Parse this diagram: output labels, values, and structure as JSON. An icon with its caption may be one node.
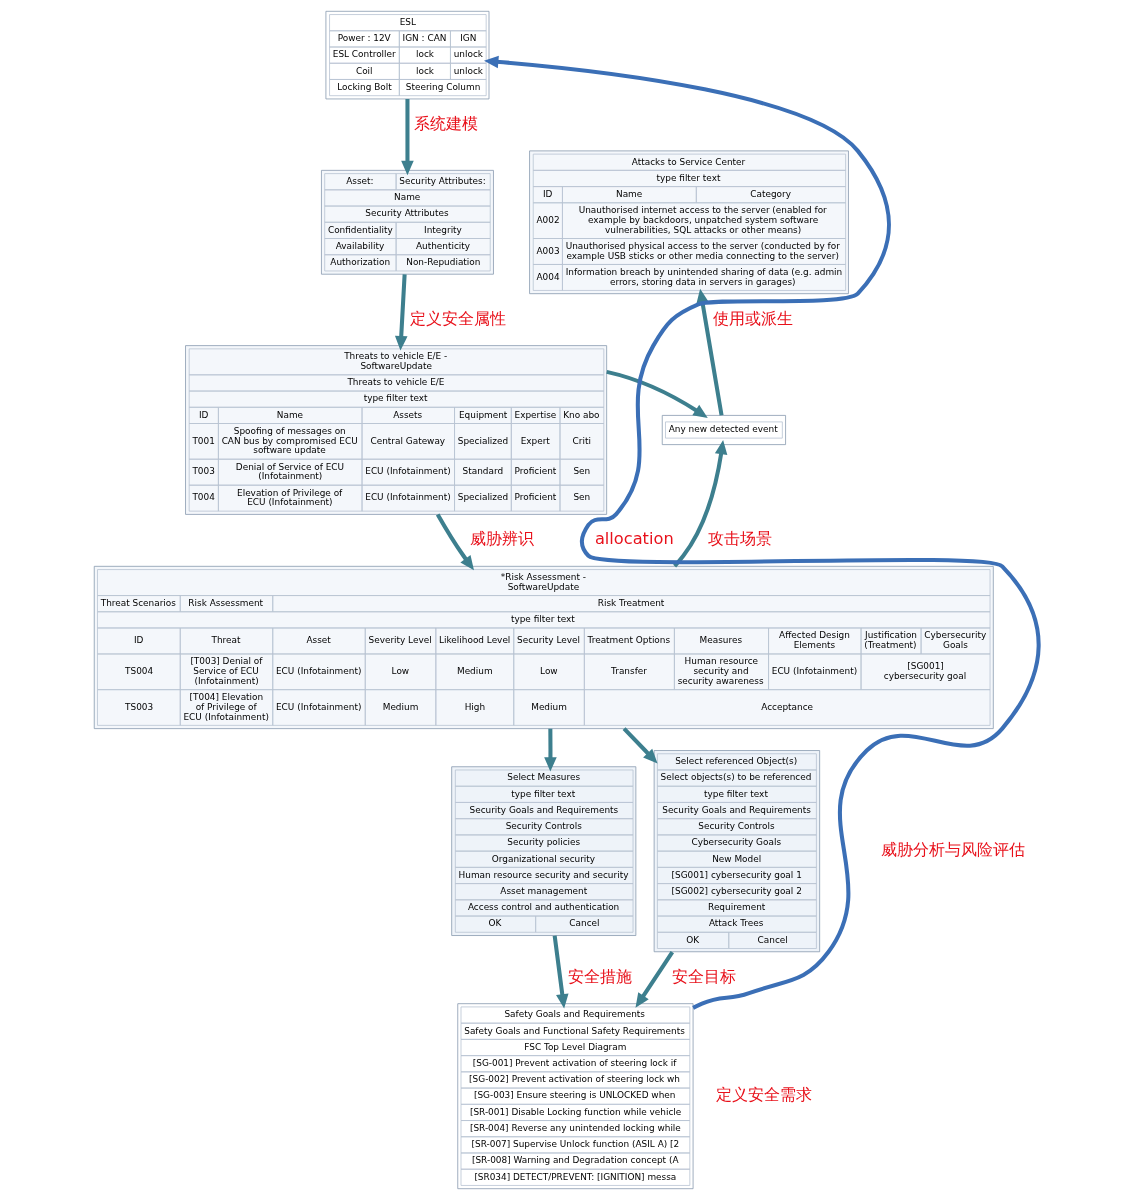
{
  "diagram": {
    "nodes": [
      {
        "text": [
          "ESL",
          "Power : 12V",
          "IGN : CAN",
          "IGN",
          "ESL Controller",
          "lock",
          "unlock",
          "Coil",
          "lock",
          "unlock",
          "Locking Bolt",
          "Steering Column"
        ]
      },
      {
        "text": [
          "Asset:",
          "Security Attributes:",
          "Name",
          "Security Attributes",
          "Confidentiality",
          "Integrity",
          "Availability",
          "Authenticity",
          "Authorization",
          "Non-Repudiation"
        ]
      },
      {
        "text": [
          "Threats to vehicle E/E - SoftwareUpdate",
          "Threats to vehicle E/E",
          "type filter text",
          "ID",
          "Name",
          "Assets",
          "Equipment",
          "Expertise",
          "Kno abo",
          "T001",
          "Spoofing of messages on CAN bus by compromised ECU software update",
          "Central Gateway",
          "Specialized",
          "Expert",
          "Criti",
          "T003",
          "Denial of Service of ECU (Infotainment)",
          "ECU (Infotainment)",
          "Standard",
          "Proficient",
          "Sen",
          "T004",
          "Elevation of Privilege of ECU (Infotainment)",
          "ECU (Infotainment)",
          "Specialized",
          "Proficient",
          "Sen"
        ]
      },
      {
        "text": [
          "Any new detected event"
        ]
      },
      {
        "text": [
          "Attacks to Service Center",
          "type filter text",
          "ID",
          "Name",
          "Category",
          "A002",
          "Unauthorised internet access to the server (enabled for example by backdoors, unpatched system software vulnerabilities, SQL attacks or other means)",
          "A003",
          "Unauthorised physical access to the server (conducted by for example USB sticks or other media connecting to the server)",
          "A004",
          "Information breach by unintended sharing of data (e.g. admin errors, storing data in servers in garages)"
        ]
      },
      {
        "text": [
          "*Risk Assessment - SoftwareUpdate",
          "Threat Scenarios",
          "Risk Assessment",
          "Risk Treatment",
          "type filter text",
          "ID",
          "Threat",
          "Asset",
          "Severity Level",
          "Likelihood Level",
          "Security Level",
          "Treatment Options",
          "Measures",
          "Affected Design Elements",
          "Justification (Treatment)",
          "Cybersecurity Goals",
          "TS004",
          "[T003] Denial of Service of ECU (Infotainment)",
          "ECU (Infotainment)",
          "Low",
          "Medium",
          "Low",
          "Transfer",
          "Human resource security and security awareness",
          "ECU (Infotainment)",
          "[SG001] cybersecurity goal",
          "TS003",
          "[T004] Elevation of Privilege of ECU (Infotainment)",
          "ECU (Infotainment)",
          "Medium",
          "High",
          "Medium",
          "Acceptance"
        ]
      },
      {
        "text": [
          "Select Measures",
          "type filter text",
          "Security Goals and Requirements",
          "Security Controls",
          "Security policies",
          "Organizational security",
          "Human resource security and security",
          "Asset management",
          "Access control and authentication",
          "OK",
          "Cancel"
        ]
      },
      {
        "text": [
          "Select referenced Object(s)",
          "Select objects(s) to be referenced",
          "type filter text",
          "Security Goals and Requirements",
          "Security Controls",
          "Cybersecurity Goals",
          "New Model",
          "[SG001] cybersecurity goal 1",
          "[SG002] cybersecurity goal 2",
          "Requirement",
          "Attack Trees",
          "OK",
          "Cancel"
        ]
      },
      {
        "text": [
          "Safety Goals and Requirements",
          "Safety Goals and Functional Safety Requirements",
          "FSC Top Level Diagram",
          "[SG-001] Prevent activation of steering lock if",
          "[SG-002] Prevent activation of steering lock wh",
          "[SG-003] Ensure steering is UNLOCKED when",
          "[SR-001] Disable Locking function while vehicle",
          "[SR-004] Reverse any unintended locking while",
          "[SR-007] Supervise Unlock function (ASIL A) [2",
          "[SR-008] Warning and Degradation concept (A",
          "[SR034] DETECT/PREVENT: [IGNITION] messa"
        ]
      }
    ],
    "edges": [
      {
        "from": 0,
        "to": 1,
        "arrow": "to",
        "label": "系统建模"
      },
      {
        "from": 1,
        "to": 2,
        "arrow": "to",
        "label": "定义安全属性"
      },
      {
        "from": 2,
        "to": 5,
        "arrow": "to",
        "label": "威胁辨识"
      },
      {
        "from": 2,
        "to": 3,
        "arrow": "to"
      },
      {
        "from": 5,
        "to": 3,
        "arrow": "to",
        "label": "攻击场景"
      },
      {
        "from": 3,
        "to": 4,
        "arrow": "to",
        "label": "使用或派生"
      },
      {
        "from": 5,
        "to": 6,
        "arrow": "to"
      },
      {
        "from": 5,
        "to": 7,
        "arrow": "to"
      },
      {
        "from": 6,
        "to": 8,
        "arrow": "to",
        "label": "安全措施"
      },
      {
        "from": 7,
        "to": 8,
        "arrow": "to",
        "label": "安全目标"
      },
      {
        "from": 8,
        "to": 0,
        "arrow": "to",
        "label": "allocation",
        "color": "#3b6fb6"
      }
    ],
    "labels": [
      "威胁分析与风险评估",
      "定义安全需求"
    ]
  }
}
